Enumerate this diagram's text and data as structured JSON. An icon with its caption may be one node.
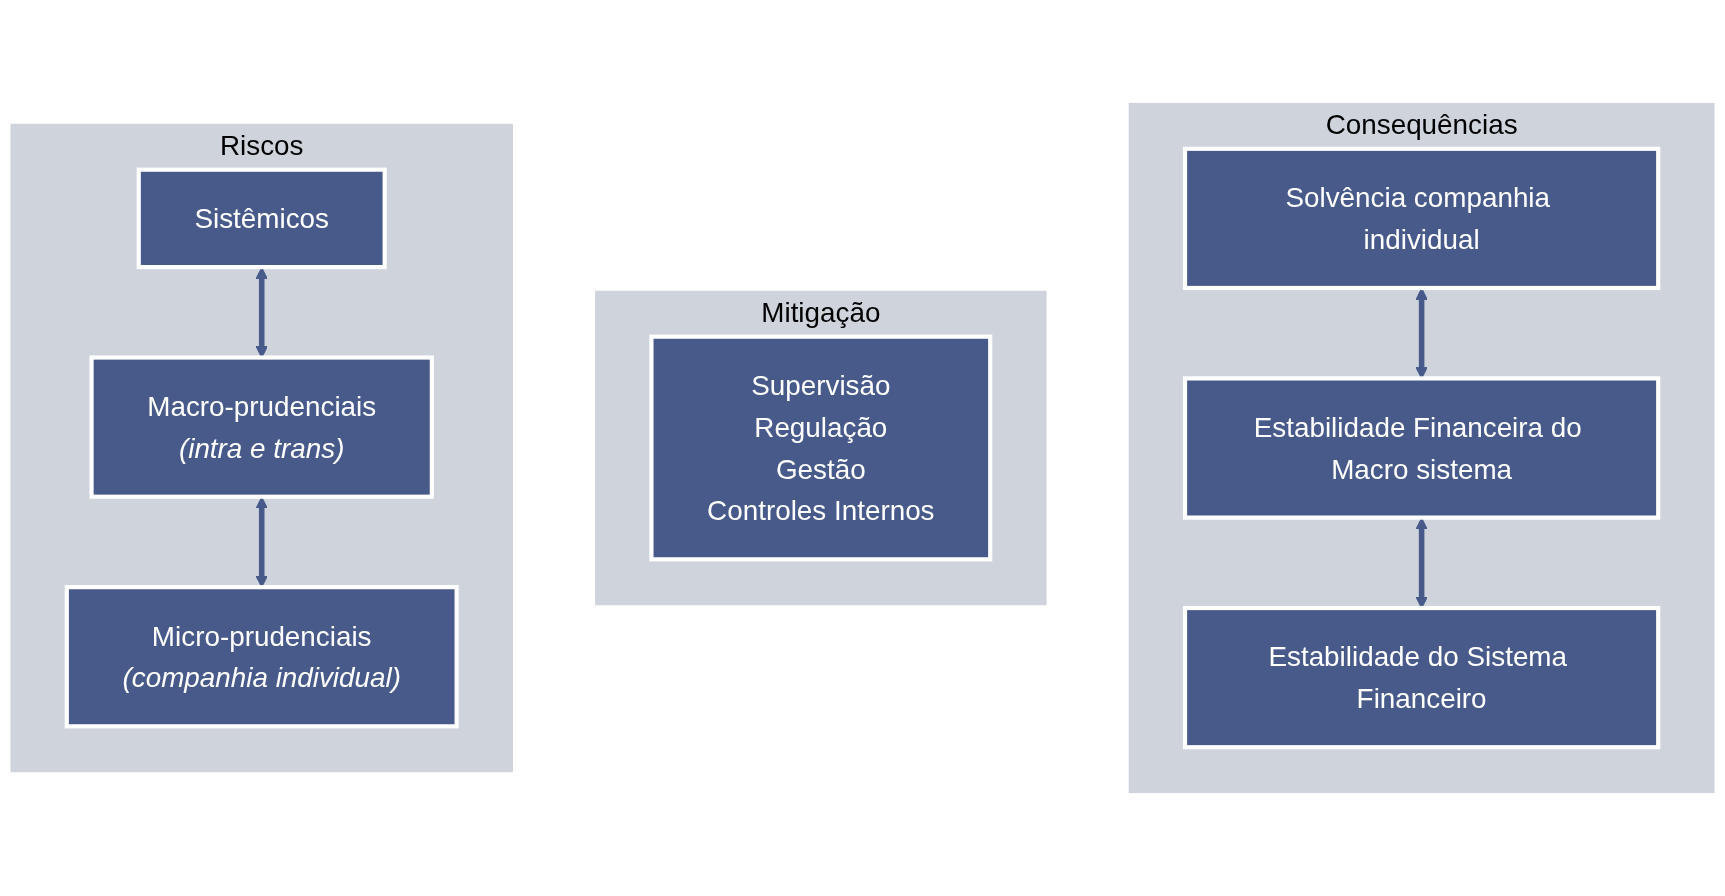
{
  "diagram": {
    "nodes": [
      {
        "text": [
          "Riscos"
        ]
      },
      {
        "text": [
          "Sistêmicos"
        ],
        "in": 0
      },
      {
        "text": [
          "Macro-prudenciais",
          "(intra e trans)"
        ],
        "in": 0
      },
      {
        "text": [
          "Micro-prudenciais",
          "(companhia individual)"
        ],
        "in": 0
      },
      {
        "text": [
          "Mitigação"
        ]
      },
      {
        "text": [
          "Supervisão",
          "Regulação",
          "Gestão",
          "Controles Internos"
        ],
        "in": 4
      },
      {
        "text": [
          "Consequências"
        ]
      },
      {
        "text": [
          "Solvência companhia individual"
        ],
        "in": 6
      },
      {
        "text": [
          "Estabilidade Financeira do Macro sistema"
        ],
        "in": 6
      },
      {
        "text": [
          "Estabilidade do Sistema Financeiro"
        ],
        "in": 6
      }
    ],
    "edges": [
      {
        "from": 1,
        "to": 2,
        "arrow": "both"
      },
      {
        "from": 2,
        "to": 3,
        "arrow": "both"
      },
      {
        "from": 7,
        "to": 8,
        "arrow": "both"
      },
      {
        "from": 8,
        "to": 9,
        "arrow": "both"
      }
    ]
  }
}
